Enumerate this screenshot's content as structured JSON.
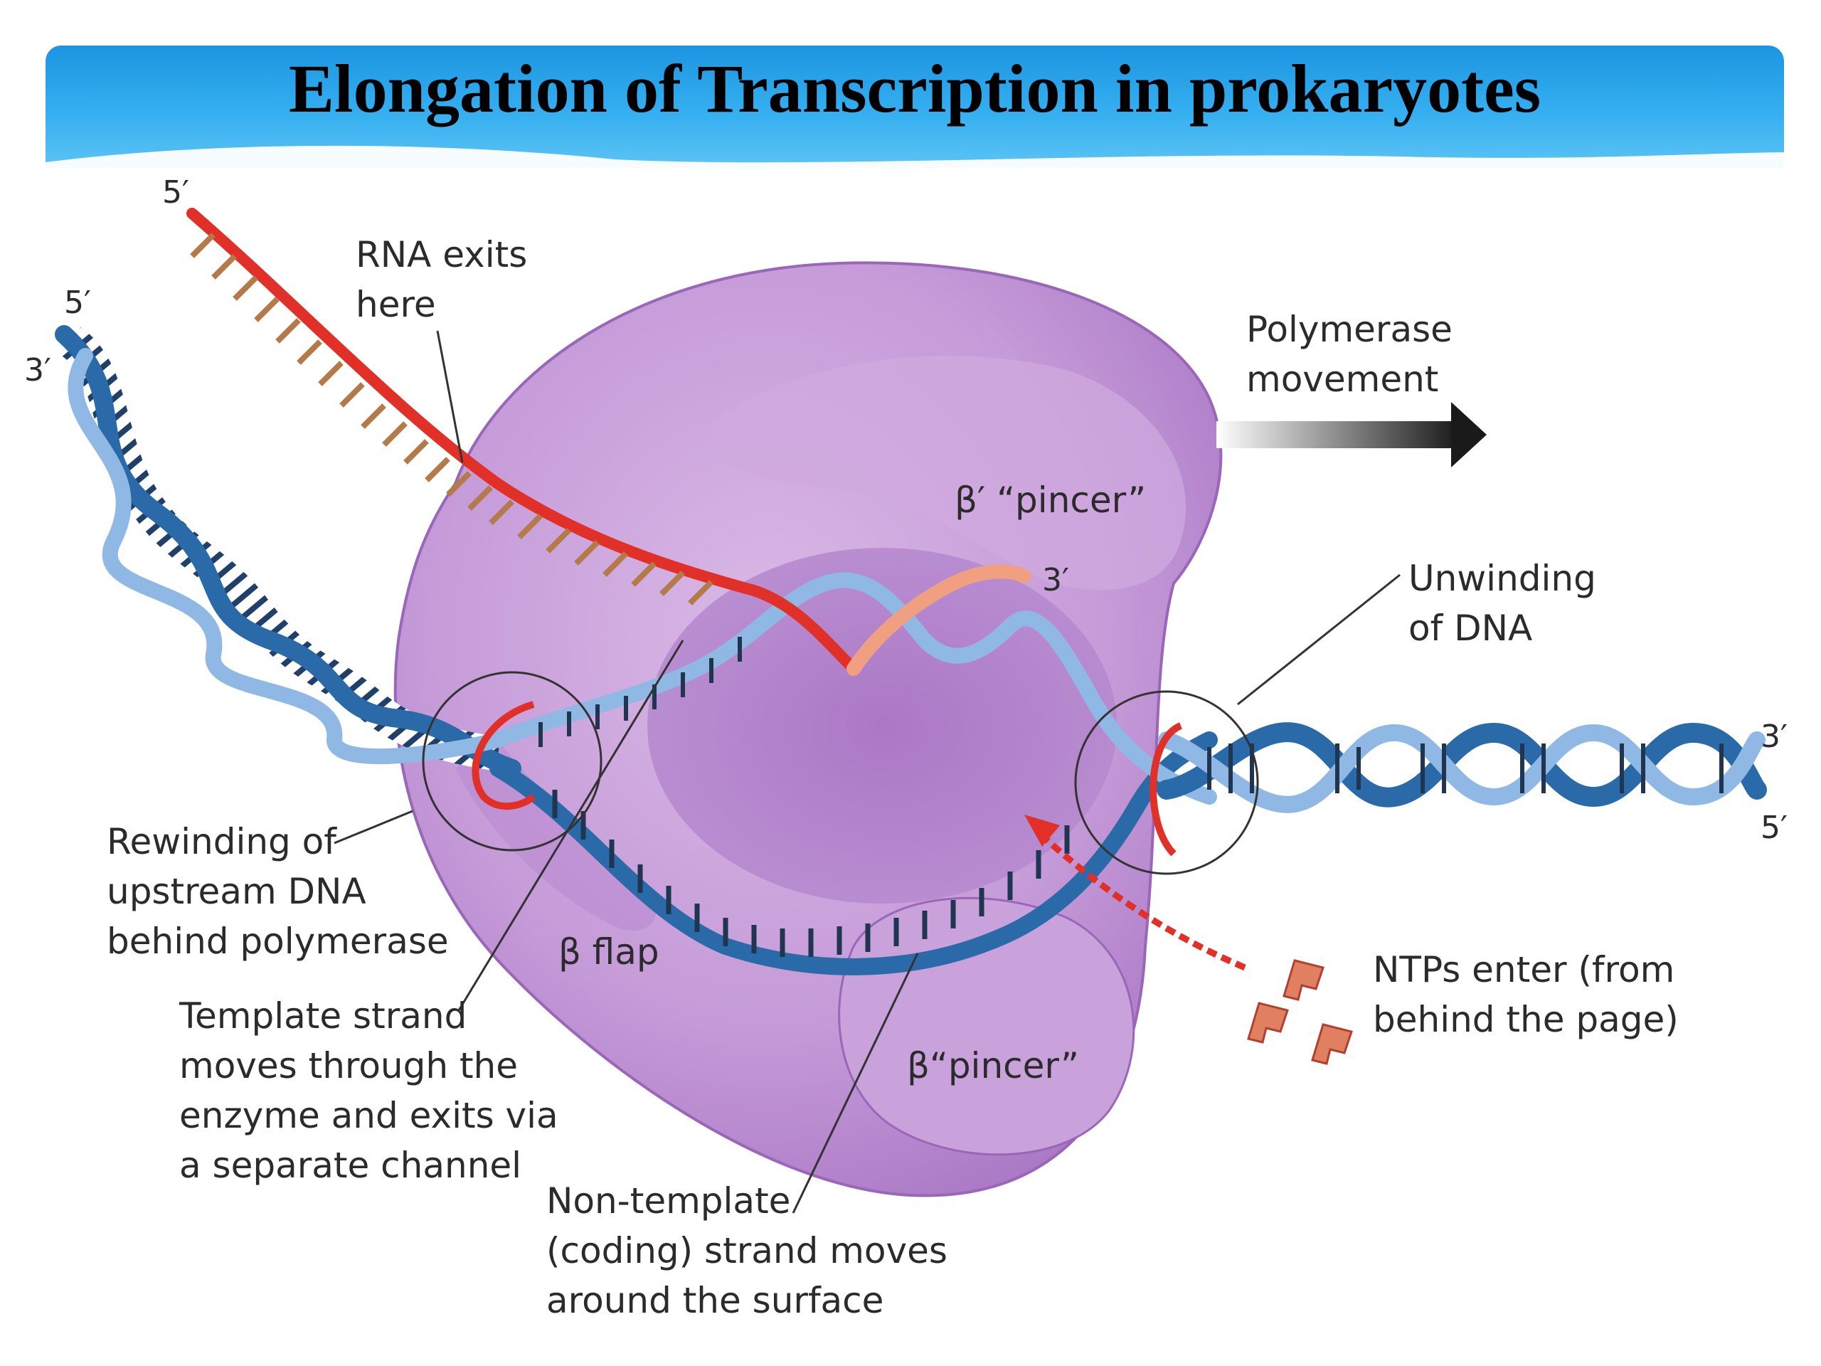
{
  "title": "Elongation of Transcription in prokaryotes",
  "labels": {
    "rna_exits": [
      "RNA exits",
      "here"
    ],
    "polymerase_movement": [
      "Polymerase",
      "movement"
    ],
    "beta_prime_pincer": "β′ “pincer”",
    "beta_pincer": "β“pincer”",
    "beta_flap": "β flap",
    "unwinding": [
      "Unwinding",
      "of DNA"
    ],
    "rewinding": [
      "Rewinding of",
      "upstream DNA",
      "behind polymerase"
    ],
    "template_strand": [
      "Template strand",
      "moves through the",
      "enzyme and exits via",
      "a separate channel"
    ],
    "non_template": [
      "Non-template",
      "(coding) strand moves",
      "around the surface"
    ],
    "ntps": [
      "NTPs enter (from",
      "behind the page)"
    ]
  },
  "ends": {
    "rna_5": "5′",
    "dna_top_5": "5′",
    "dna_top_3": "3′",
    "rna_3": "3′",
    "dna_right_3": "3′",
    "dna_right_5": "5′"
  },
  "colors": {
    "banner": "#2aa6ec",
    "enzyme": "#c39ad6",
    "enzyme_dark": "#a777c4",
    "dna_dark": "#2a6aa8",
    "dna_light": "#8fb8e4",
    "rna": "#e03028",
    "rna_light": "#f0a080",
    "arrow_red": "#e03028"
  }
}
